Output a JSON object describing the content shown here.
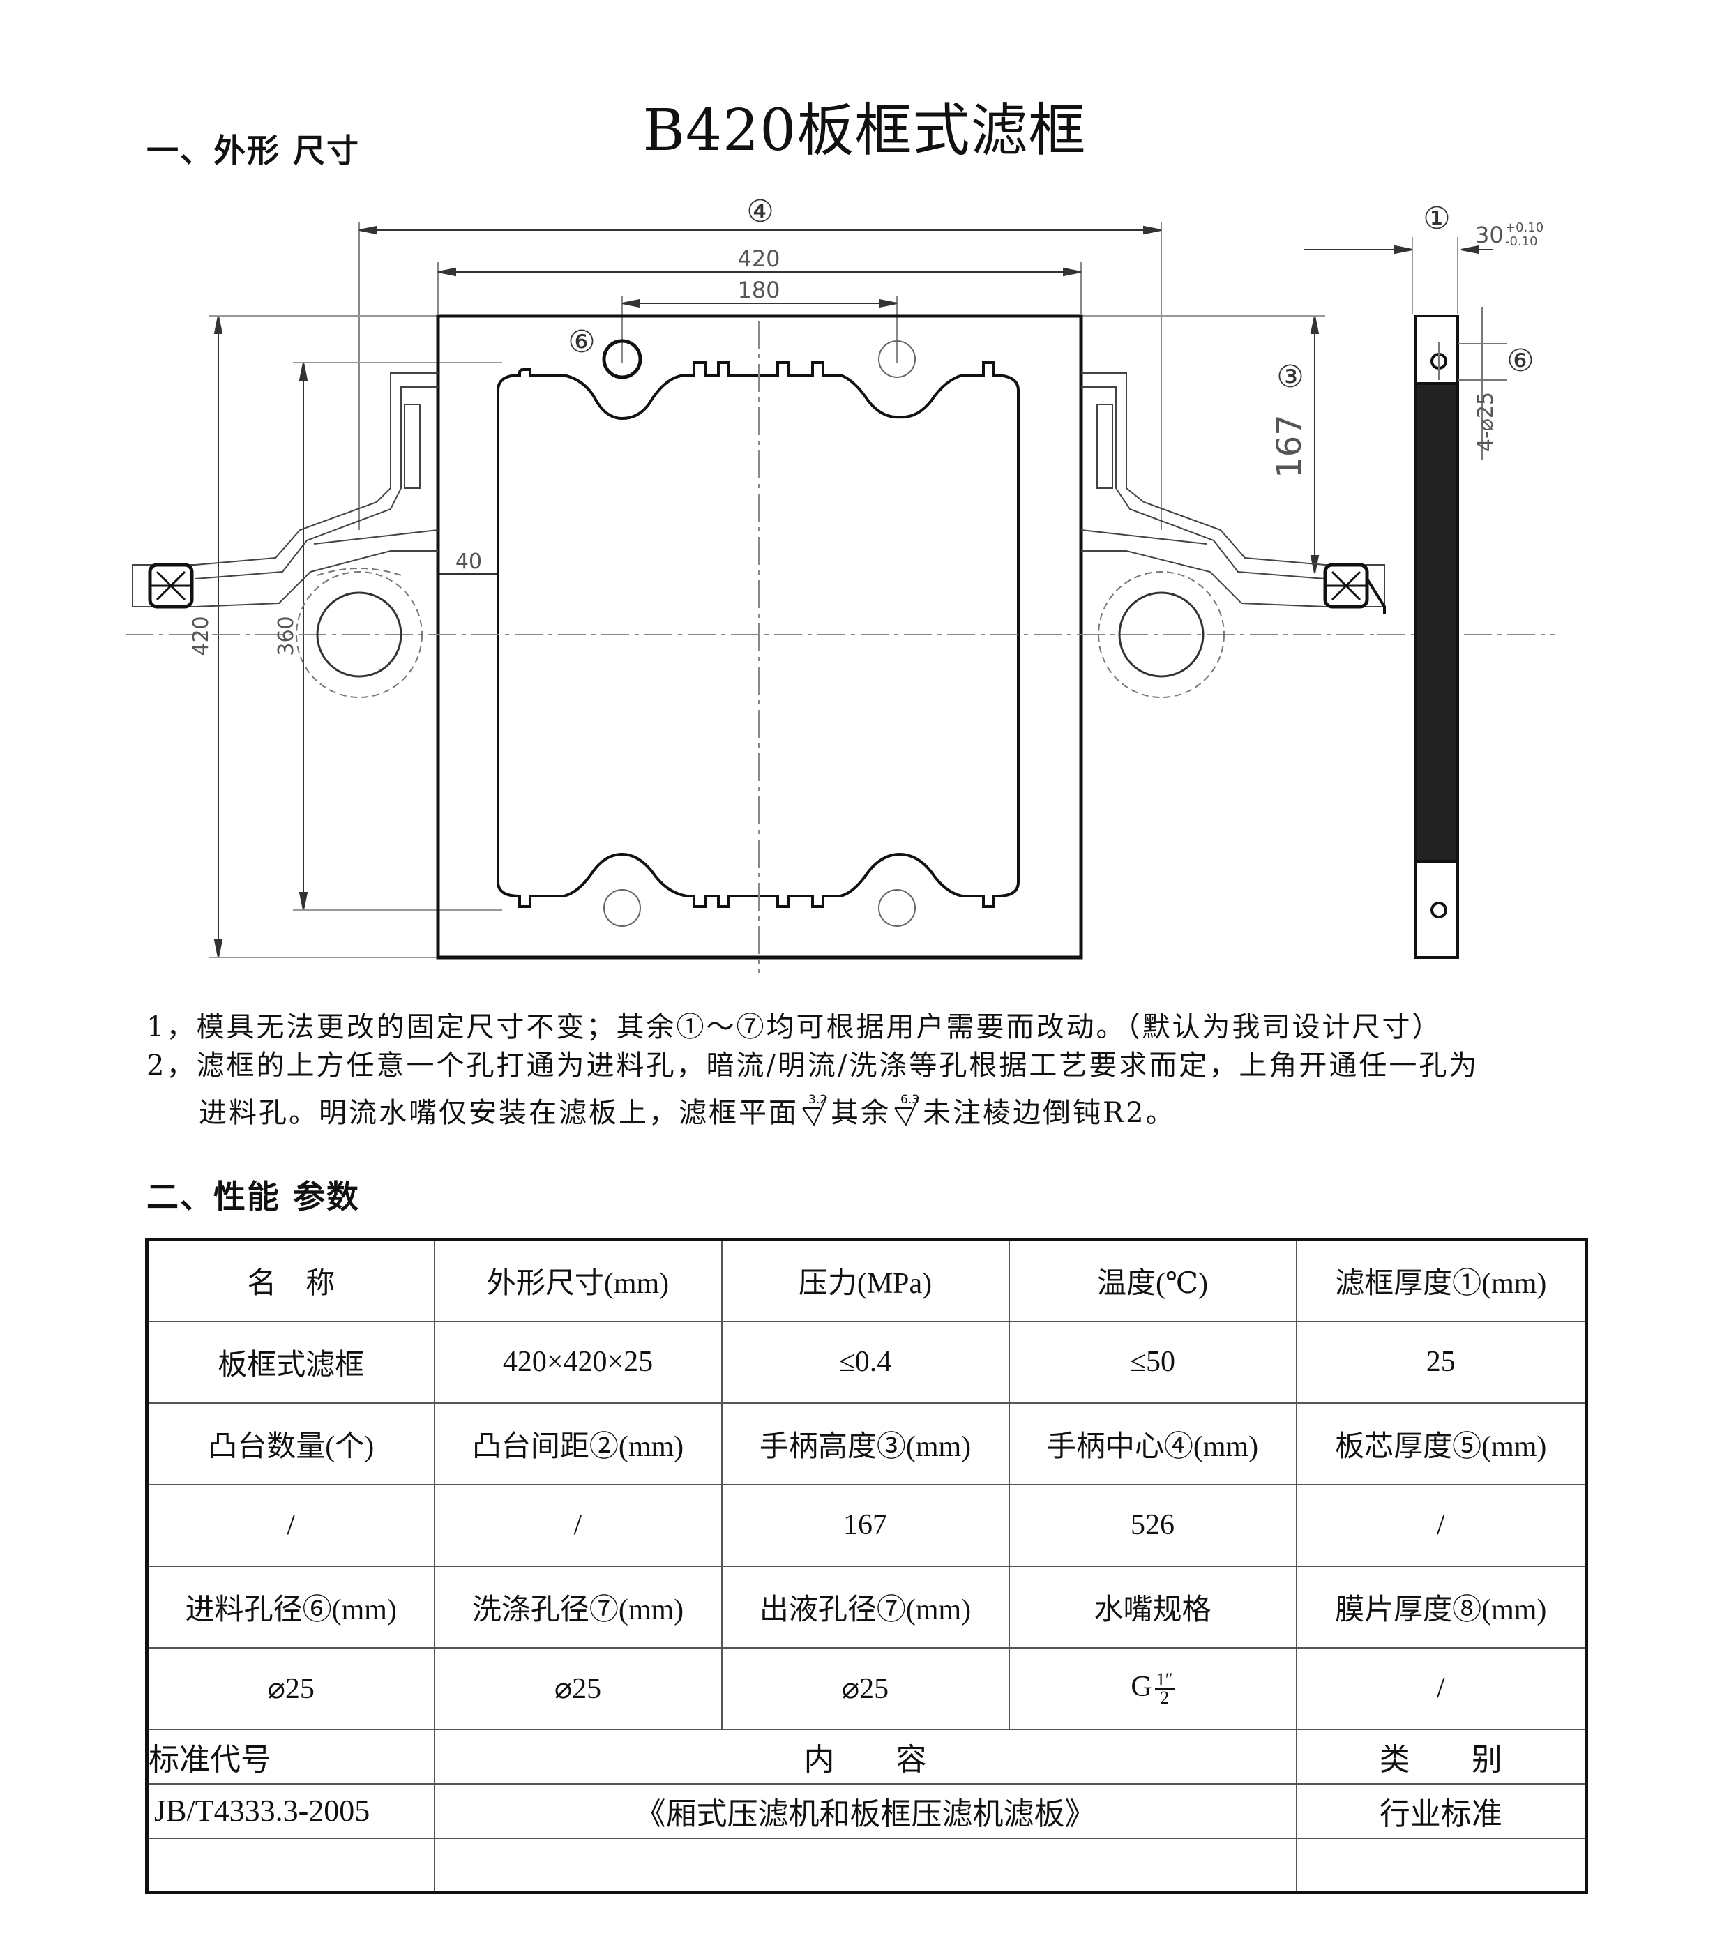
{
  "title": "B420板框式滤框",
  "section1": "一、外形 尺寸",
  "section2": "二、性能 参数",
  "drawing": {
    "dim_4": "④",
    "dim_420_top": "420",
    "dim_180": "180",
    "dim_6_left": "⑥",
    "dim_3": "③",
    "dim_167": "167",
    "dim_40": "40",
    "dim_420_left": "420",
    "dim_360": "360",
    "dim_1": "①",
    "tol_base": "30",
    "tol_plus": "+0.10",
    "tol_minus": "-0.10",
    "dim_6_side": "⑥",
    "hole_spec": "4-⌀25"
  },
  "notes": {
    "line1": "1，模具无法更改的固定尺寸不变；其余①～⑦均可根据用户需要而改动。（默认为我司设计尺寸）",
    "line2a": "2，滤框的上方任意一个孔打通为进料孔，暗流/明流/洗涤等孔根据工艺要求而定，上角开通任一孔为",
    "line2b_pre": "进料孔。明流水嘴仅安装在滤板上，滤框平面",
    "rough1": "3.2",
    "line2b_mid": "其余",
    "rough2": "6.3",
    "line2b_post": "未注棱边倒钝R2。"
  },
  "table": {
    "row1": [
      "名　称",
      "外形尺寸(mm)",
      "压力(MPa)",
      "温度(℃)",
      "滤框厚度①(mm)"
    ],
    "row2": [
      "板框式滤框",
      "420×420×25",
      "≤0.4",
      "≤50",
      "25"
    ],
    "row3": [
      "凸台数量(个)",
      "凸台间距②(mm)",
      "手柄高度③(mm)",
      "手柄中心④(mm)",
      "板芯厚度⑤(mm)"
    ],
    "row4": [
      "/",
      "/",
      "167",
      "526",
      "/"
    ],
    "row5": [
      "进料孔径⑥(mm)",
      "洗涤孔径⑦(mm)",
      "出液孔径⑦(mm)",
      "水嘴规格",
      "膜片厚度⑧(mm)"
    ],
    "row6": [
      "⌀25",
      "⌀25",
      "⌀25",
      "G",
      "/"
    ],
    "g_num": "1″",
    "g_den": "2",
    "std_header": [
      "标准代号",
      "内　　容",
      "类　　别"
    ],
    "std_row": [
      "JB/T4333.3-2005",
      "《厢式压滤机和板框压滤机滤板》",
      "行业标准"
    ]
  }
}
